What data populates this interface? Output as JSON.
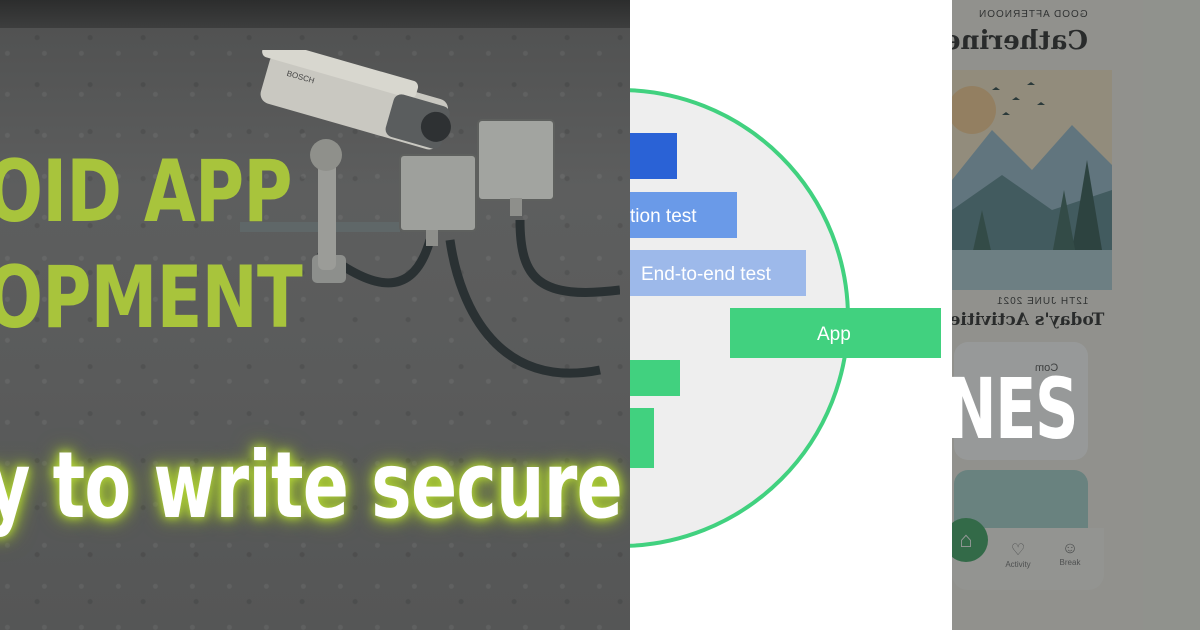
{
  "left_panel": {
    "title_line_1": "OID APP",
    "title_line_2": "OPMENT",
    "subtitle": "y to write secure  co",
    "camera_brand": "BOSCH",
    "colors": {
      "title": "#a8c43c",
      "subtitle_glow": "#b5d63a",
      "wall": "#5a5b5b"
    }
  },
  "middle_panel": {
    "bars": [
      {
        "label": "",
        "color": "#2a62d6"
      },
      {
        "label": "tion test",
        "color": "#6a9ae8"
      },
      {
        "label": "End-to-end test",
        "color": "#9db9ea"
      },
      {
        "label": "App",
        "color": "#41d17f"
      }
    ],
    "colors": {
      "ring": "#41d17f",
      "circle_fill": "#eeeeee"
    }
  },
  "right_panel": {
    "greeting": "GOOD AFTERNOON",
    "username": "Catherine",
    "date": "12TH JUNE 2021",
    "activities_title": "Today's Activities",
    "card_text": "Com",
    "overlay_text": "NES",
    "tabs": [
      {
        "icon": "home-icon",
        "label": ""
      },
      {
        "icon": "heart-pulse-icon",
        "label": "Activity"
      },
      {
        "icon": "meditation-icon",
        "label": "Break"
      }
    ],
    "colors": {
      "accent": "#2f9e57",
      "card_teal": "#9fcfc9"
    }
  }
}
